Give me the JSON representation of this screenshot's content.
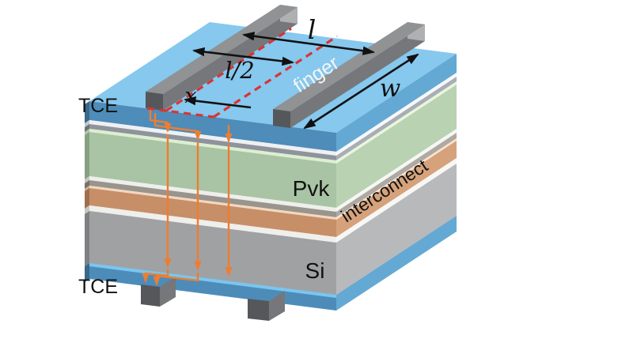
{
  "labels": {
    "tce_top": "TCE",
    "tce_bottom": "TCE",
    "pvk": "Pvk",
    "si": "Si",
    "interconnect": "interconnect",
    "finger": "finger",
    "dim_l": "l",
    "dim_l_half": "l/2",
    "dim_x": "x",
    "dim_w": "w"
  },
  "colors": {
    "background": "#ffffff",
    "ink": "#111111",
    "flow_arrow_orange": "#ed7d31",
    "dashed_red": "#d93434",
    "tce_top_face": "#86c8ee",
    "tce_lip": "#7ac6ee",
    "finger_front": "#55575a",
    "finger_top": "#909294",
    "finger_right": "#75777a",
    "finger_cap": "#aeb0b2"
  },
  "stack": {
    "layers": [
      {
        "id": "tce-top",
        "yTop": 128,
        "yBot": 152,
        "front": "#4e8cb9",
        "right": "#64a9d3",
        "sliver": "#39688a"
      },
      {
        "id": "white-1",
        "yTop": 152,
        "yBot": 157,
        "front": "#eef0f1",
        "right": "#f7f8f9",
        "sliver": "#c4c8ca"
      },
      {
        "id": "gray-1",
        "yTop": 157,
        "yBot": 163,
        "front": "#8e939c",
        "right": "#a9aeb6",
        "sliver": "#6d7278"
      },
      {
        "id": "green-light",
        "yTop": 163,
        "yBot": 167,
        "front": "#dcefcf",
        "right": "#e9f6dd",
        "sliver": "#b3c4a8"
      },
      {
        "id": "pvk",
        "yTop": 167,
        "yBot": 223,
        "front": "#a9c4a4",
        "right": "#b8d2b2",
        "sliver": "#87a084"
      },
      {
        "id": "white-2",
        "yTop": 223,
        "yBot": 228,
        "front": "#eeefec",
        "right": "#f6f7f4",
        "sliver": "#c6c7c4"
      },
      {
        "id": "gray-2",
        "yTop": 228,
        "yBot": 235,
        "front": "#99958d",
        "right": "#aeaaa2",
        "sliver": "#767269"
      },
      {
        "id": "peach",
        "yTop": 235,
        "yBot": 238,
        "front": "#f4d7bf",
        "right": "#f9e4d0",
        "sliver": "#cfb099"
      },
      {
        "id": "interconnect",
        "yTop": 238,
        "yBot": 260,
        "front": "#c68f68",
        "right": "#d5a27b",
        "sliver": "#a06f4e"
      },
      {
        "id": "white-3",
        "yTop": 260,
        "yBot": 267,
        "front": "#efefec",
        "right": "#f7f7f5",
        "sliver": "#c7c7c4"
      },
      {
        "id": "si",
        "yTop": 267,
        "yBot": 333,
        "front": "#a0a1a3",
        "right": "#b8b9bb",
        "sliver": "#7f8082"
      },
      {
        "id": "tce-bottom",
        "yTop": 333,
        "yBot": 353,
        "front": "#4d8cb9",
        "right": "#64a9d3",
        "sliver": "#39688a"
      }
    ]
  }
}
